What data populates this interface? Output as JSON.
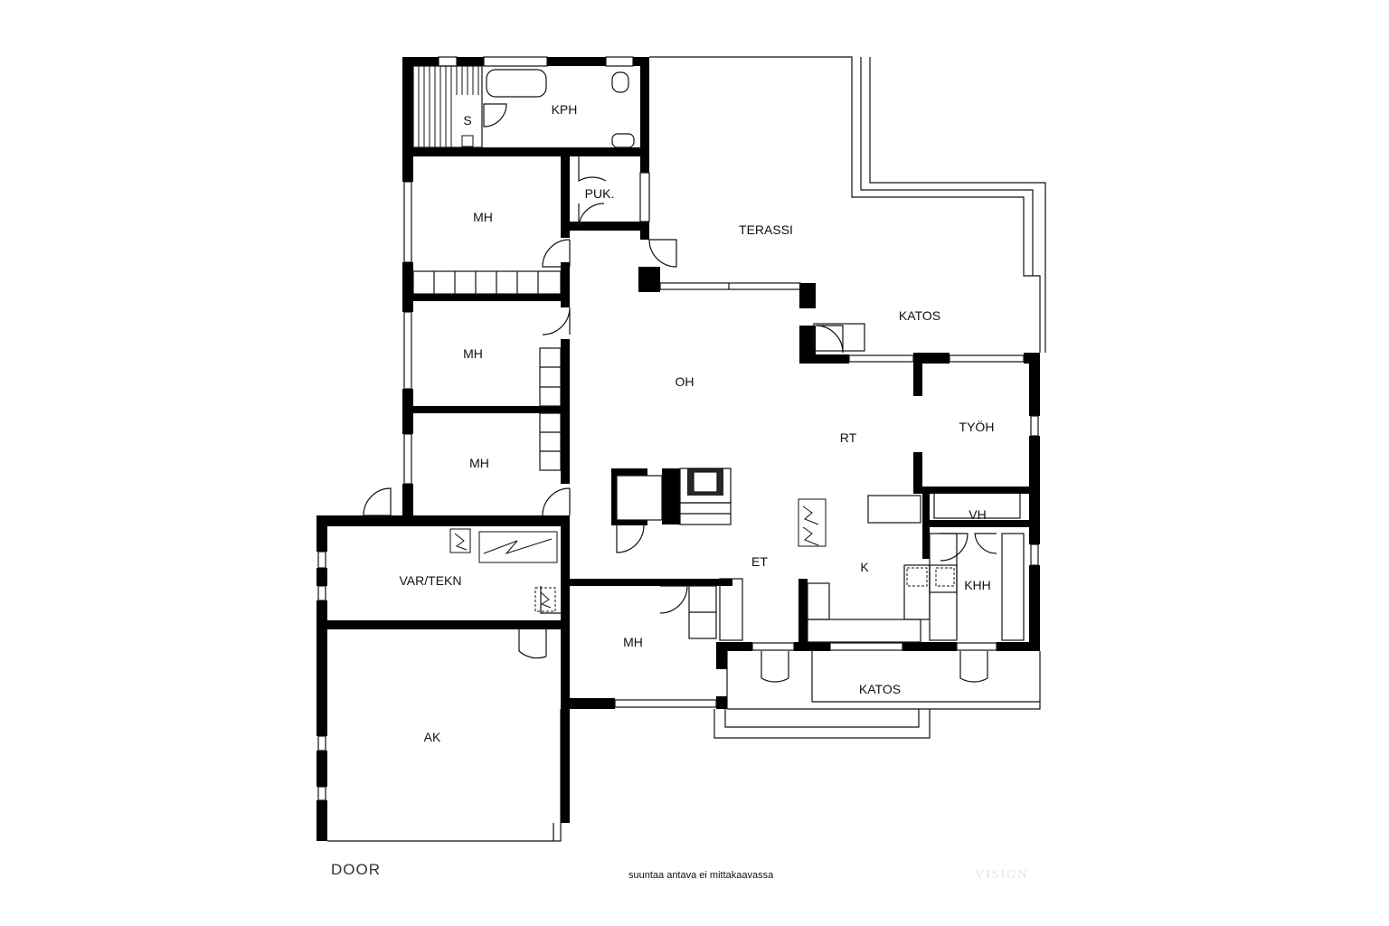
{
  "floorplan": {
    "rooms": {
      "kph": "KPH",
      "s": "S",
      "puk": "PUK.",
      "terassi": "TERASSI",
      "mh_1": "MH",
      "katos_top": "KATOS",
      "mh_2": "MH",
      "oh": "OH",
      "rt": "RT",
      "tyoh": "TYÖH",
      "mh_3": "MH",
      "vh": "VH",
      "et": "ET",
      "k": "K",
      "khh": "KHH",
      "var_tekn": "VAR/TEKN",
      "mh_4": "MH",
      "katos_bottom": "KATOS",
      "ak": "AK"
    },
    "brand_logo": "DOOR",
    "note": "suuntaa antava ei mittakaavassa",
    "watermark": "VISIGN",
    "colors": {
      "wall": "#000000",
      "line": "#111111",
      "background": "#ffffff",
      "watermark": "#e4e4e4"
    }
  }
}
